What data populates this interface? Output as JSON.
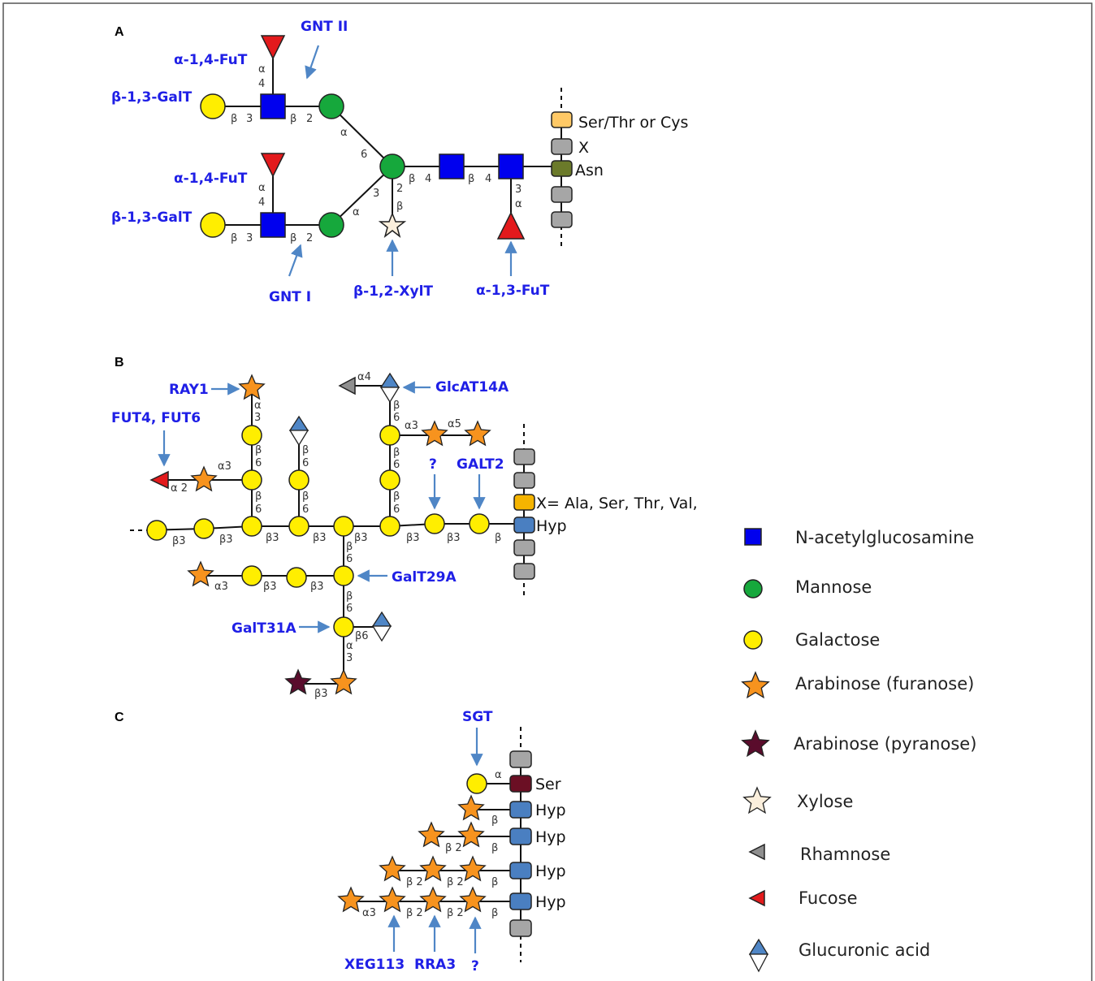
{
  "panels": {
    "a": "A",
    "b": "B",
    "c": "C"
  },
  "colors": {
    "glcnac": "#0000ee",
    "mannose": "#16a83c",
    "galactose": "#ffee00",
    "arabinose_furanose": "#f7931e",
    "arabinose_pyranose": "#5a0c2c",
    "xylose": "#fbefdc",
    "rhamnose": "#8f8f8f",
    "fucose": "#e31a1c",
    "glucuronic_acid": "#4f86c6",
    "enzyme_text": "#1f1fe6",
    "arrow": "#4f86c6",
    "peptide_gray": "#a6a6a6",
    "ser_thr": "#ffc966",
    "asn": "#6b7a2a",
    "x_orange": "#f5b400",
    "hyp": "#4a7fc1",
    "ser_c": "#6b0f24"
  },
  "panel_a": {
    "enzymes": {
      "gnt_ii": "GNT II",
      "fut_top": "α-1,4-FuT",
      "galt_top": "β-1,3-GalT",
      "fut_mid": "α-1,4-FuT",
      "galt_bottom": "β-1,3-GalT",
      "gnt_i": "GNT I",
      "xylt": "β-1,2-XylT",
      "fut3": "α-1,3-FuT"
    },
    "linkages": {
      "top_alpha": "α",
      "top_4": "4",
      "top_beta": "β",
      "top_3": "3",
      "top_beta2": "β",
      "top_2": "2",
      "mid_alpha": "α",
      "mid_4": "4",
      "bot_beta": "β",
      "bot_3": "3",
      "bot_beta2": "β",
      "bot_2": "2",
      "upper_alpha": "α",
      "upper_6": "6",
      "lower_alpha": "α",
      "lower_3": "3",
      "xyl_2": "2",
      "xyl_beta": "β",
      "core_beta1": "β",
      "core_4a": "4",
      "core_beta2": "β",
      "core_4b": "4",
      "fuc_3": "3",
      "fuc_alpha": "α"
    },
    "amino_acids": {
      "ser_thr_cys": "Ser/Thr or Cys",
      "x": "X",
      "asn": "Asn"
    }
  },
  "panel_b": {
    "enzymes": {
      "ray1": "RAY1",
      "fut": "FUT4, FUT6",
      "glcat": "GlcAT14A",
      "q": "?",
      "galt2": "GALT2",
      "galt29a": "GalT29A",
      "galt31a": "GalT31A"
    },
    "linkages": {
      "rha_a4": "α4",
      "ray_a": "α",
      "ray_3": "3",
      "fuc_a2": "α 2",
      "ara_a3": "α3",
      "c1_b": "β",
      "c1_6": "6",
      "c1_b2": "β",
      "c1_62": "6",
      "c2_b": "β",
      "c2_6": "6",
      "c2_b2": "β",
      "c2_62": "6",
      "c3_b": "β",
      "c3_6": "6",
      "c3_b2": "β",
      "c3_62": "6",
      "c3_b3": "β",
      "c3_63": "6",
      "ara_a3b": "α3",
      "ara_a5": "α5",
      "bb_b3a": "β3",
      "bb_b3b": "β3",
      "bb_b3c": "β3",
      "bb_b3d": "β3",
      "bb_b3e": "β3",
      "bb_b3f": "β3",
      "bb_b": "β",
      "d_b3": "β3",
      "d_b": "β",
      "d_6": "6",
      "s_a3": "α3",
      "s_b3a": "β3",
      "s_b3b": "β3",
      "d_b2": "β",
      "d_62": "6",
      "g_b6": "β6",
      "g_a": "α",
      "g_3": "3",
      "p_b3": "β3"
    },
    "amino_acids": {
      "x_list": "X= Ala, Ser, Thr, Val,",
      "hyp": "Hyp"
    }
  },
  "panel_c": {
    "enzymes": {
      "sgt": "SGT",
      "xeg": "XEG113",
      "rra3": "RRA3",
      "q": "?"
    },
    "linkages": {
      "ser_alpha": "α",
      "r1_b": "β",
      "r2_b": "β",
      "r2_b2": "β 2",
      "r3_b": "β",
      "r3_b2a": "β 2",
      "r3_b2b": "β 2",
      "r4_b": "β",
      "r4_b2a": "β 2",
      "r4_b2b": "β 2",
      "r4_a3": "α3"
    },
    "amino_acids": {
      "ser": "Ser",
      "hyp1": "Hyp",
      "hyp2": "Hyp",
      "hyp3": "Hyp",
      "hyp4": "Hyp"
    }
  },
  "legend": [
    {
      "label": "N-acetylglucosamine",
      "icon": "blue-square-icon"
    },
    {
      "label": "Mannose",
      "icon": "green-circle-icon"
    },
    {
      "label": "Galactose",
      "icon": "yellow-circle-icon"
    },
    {
      "label": "Arabinose (furanose)",
      "icon": "orange-star-icon"
    },
    {
      "label": "Arabinose (pyranose)",
      "icon": "maroon-star-icon"
    },
    {
      "label": "Xylose",
      "icon": "cream-star-icon"
    },
    {
      "label": "Rhamnose",
      "icon": "gray-triangle-icon"
    },
    {
      "label": "Fucose",
      "icon": "red-triangle-icon"
    },
    {
      "label": "Glucuronic acid",
      "icon": "blue-white-diamond-icon"
    }
  ]
}
